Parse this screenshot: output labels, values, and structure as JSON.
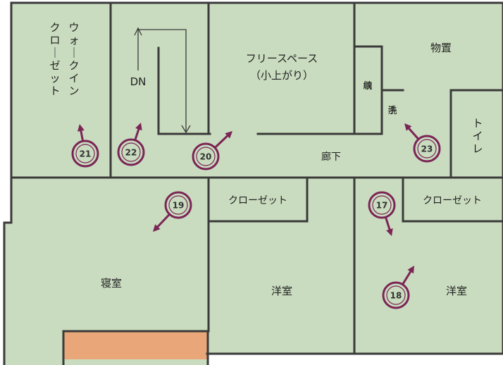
{
  "colors": {
    "floor": "#c9dcbf",
    "wall": "#3a3a3a",
    "marker": "#7b2456",
    "entrance": "#e8a679",
    "background": "#ffffff"
  },
  "rooms": {
    "walk_in_closet": "ウォークイン\nクローゼット",
    "stairs_dn": "DN",
    "free_space": "フリースペース\n（小上がり）",
    "storage_small": "収\n納",
    "hand_wash": "手\n洗",
    "storeroom": "物置",
    "toilet": "トイレ",
    "hallway": "廊下",
    "closet_center": "クローゼット",
    "closet_right": "クローゼット",
    "bedroom": "寝室",
    "western_room_center": "洋室",
    "western_room_right": "洋室"
  },
  "markers": [
    "17",
    "18",
    "19",
    "20",
    "21",
    "22",
    "23"
  ],
  "icons": {
    "marker_direction": "arrow-icon",
    "stairs_direction": "stairs-arrow-icon"
  }
}
